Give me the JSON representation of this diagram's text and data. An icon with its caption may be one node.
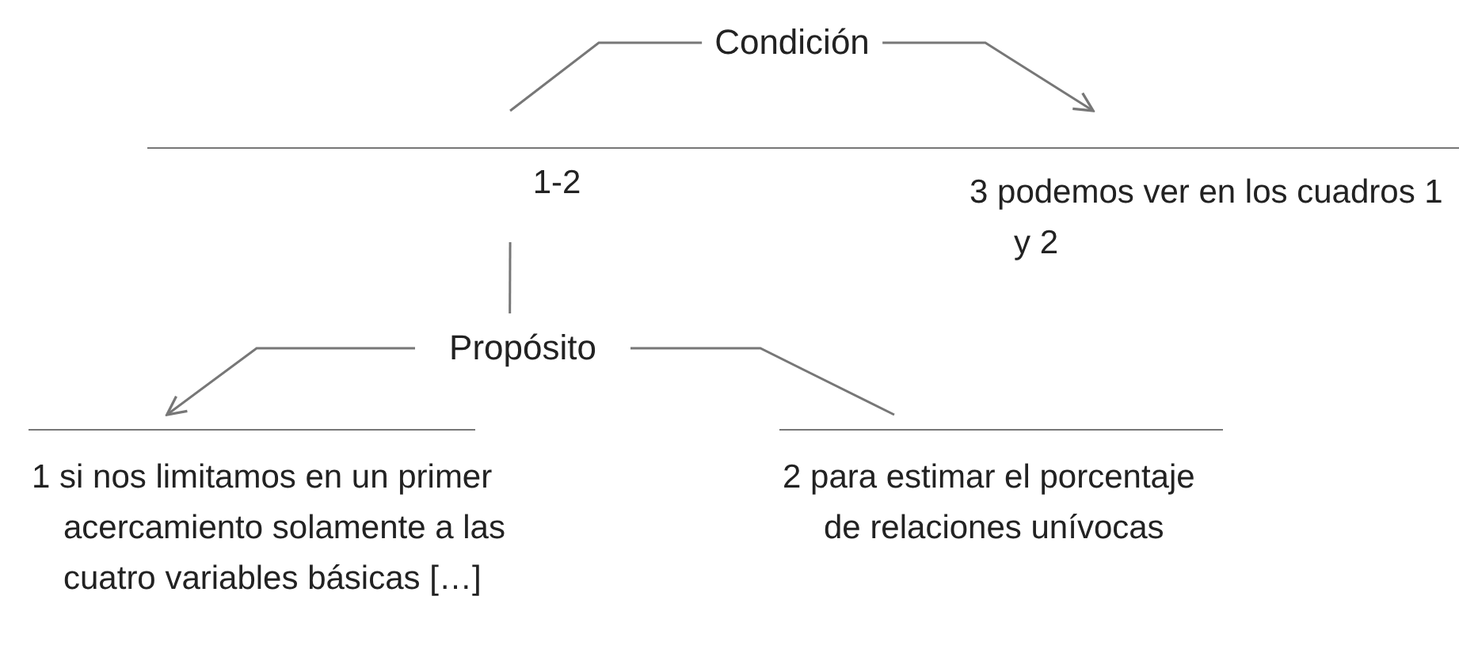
{
  "diagram": {
    "nodes": [
      {
        "text": [
          "1-2"
        ]
      },
      {
        "text": [
          "3 podemos ver en los cuadros 1 y 2"
        ]
      },
      {
        "text": [
          "Propósito"
        ]
      },
      {
        "text": [
          "1 si nos limitamos en un primer acercamiento solamente a las cuatro variables básicas […]"
        ]
      },
      {
        "text": [
          "2 para estimar el porcentaje de relaciones unívocas"
        ]
      }
    ],
    "edges": [
      {
        "from": 0,
        "to": 1,
        "arrow": "to",
        "label": "Condición"
      },
      {
        "from": 0,
        "to": 2,
        "arrow": "none"
      },
      {
        "from": 2,
        "to": 3,
        "arrow": "to"
      },
      {
        "from": 2,
        "to": 4,
        "arrow": "none"
      }
    ]
  }
}
